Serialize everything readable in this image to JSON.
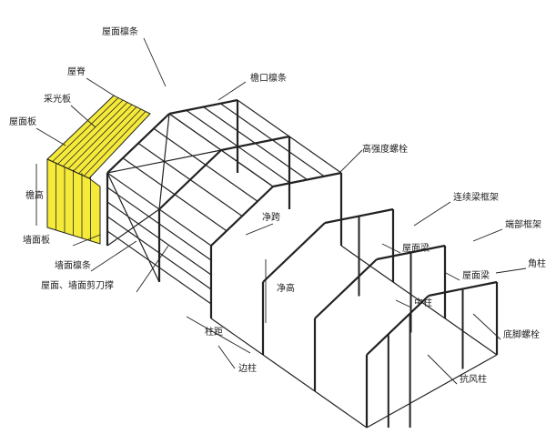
{
  "labels": {
    "roof_purlin": "屋面檩条",
    "ridge": "屋脊",
    "skylight_panel": "采光板",
    "roof_panel": "屋面板",
    "eave_height": "檐高",
    "wall_panel": "墙面板",
    "wall_purlin": "墙面檩条",
    "bracing": "屋面、墙面剪刀撑",
    "eave_purlin": "檐口檩条",
    "hs_bolt": "高强度螺栓",
    "clear_span": "净跨",
    "clear_height": "净高",
    "bay_spacing": "柱距",
    "side_column": "边柱",
    "continuous_frame": "连续梁框架",
    "end_frame": "端部框架",
    "roof_beam_1": "屋面梁",
    "roof_beam_2": "屋面梁",
    "corner_column": "角柱",
    "middle_column": "中柱",
    "anchor_bolt": "底脚螺栓",
    "wind_column": "抗风柱"
  },
  "colors": {
    "panel": "#f5ea3a",
    "line": "#222222"
  }
}
